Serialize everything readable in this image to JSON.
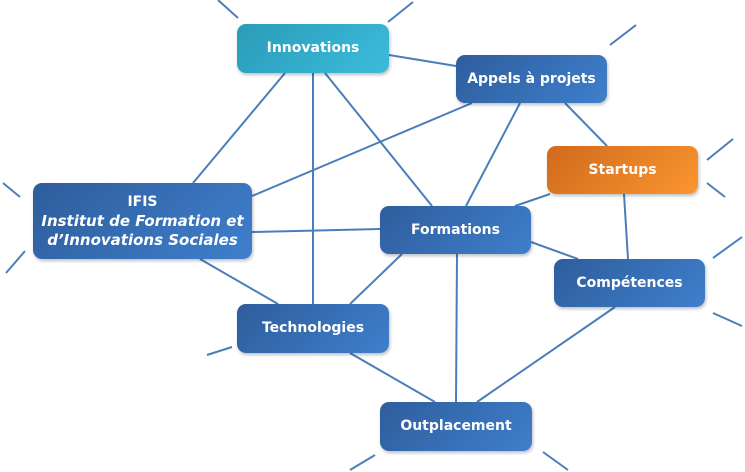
{
  "nodes": {
    "innovations": "Innovations",
    "appels": "Appels à projets",
    "startups": "Startups",
    "ifis_title": "IFIS",
    "ifis_line1": "Institut de Formation et",
    "ifis_line2": "d’Innovations Sociales",
    "formations": "Formations",
    "competences": "Compétences",
    "technologies": "Technologies",
    "outplacement": "Outplacement"
  },
  "colors": {
    "blue": "#3f7fcc",
    "teal": "#3cbbdc",
    "orange": "#fb9630",
    "link": "#4a7ebb"
  },
  "edges": [
    [
      "Innovations",
      "Appels à projets"
    ],
    [
      "Innovations",
      "IFIS"
    ],
    [
      "Innovations",
      "Technologies"
    ],
    [
      "Innovations",
      "Formations"
    ],
    [
      "Appels à projets",
      "IFIS"
    ],
    [
      "Appels à projets",
      "Formations"
    ],
    [
      "Appels à projets",
      "Startups"
    ],
    [
      "Startups",
      "Formations"
    ],
    [
      "Startups",
      "Compétences"
    ],
    [
      "IFIS",
      "Formations"
    ],
    [
      "IFIS",
      "Technologies"
    ],
    [
      "Formations",
      "Technologies"
    ],
    [
      "Formations",
      "Compétences"
    ],
    [
      "Formations",
      "Outplacement"
    ],
    [
      "Technologies",
      "Outplacement"
    ],
    [
      "Compétences",
      "Outplacement"
    ]
  ]
}
